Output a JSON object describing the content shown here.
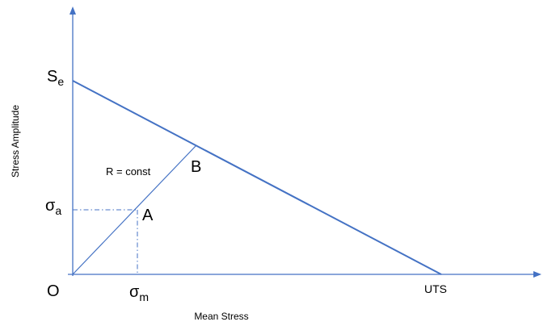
{
  "diagram": {
    "axes": {
      "y_label": "Stress Amplitude",
      "x_label": "Mean Stress",
      "origin_label": "O"
    },
    "y_intercept": {
      "symbol": "S",
      "subscript": "e"
    },
    "x_intercept_label": "UTS",
    "ratio_line_label": "R = const",
    "point_a_label": "A",
    "point_b_label": "B",
    "sigma_a": {
      "symbol": "σ",
      "subscript": "a"
    },
    "sigma_m": {
      "symbol": "σ",
      "subscript": "m"
    },
    "colors": {
      "line": "#4472c4",
      "text": "#000000"
    }
  }
}
